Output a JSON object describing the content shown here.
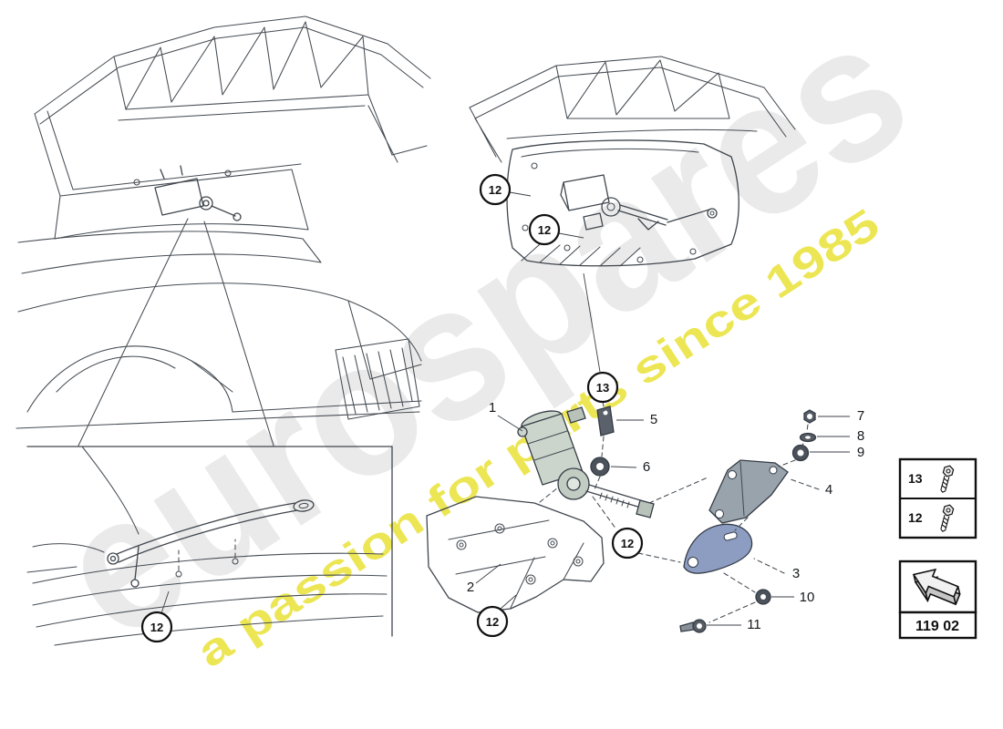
{
  "watermark": {
    "brand": "eurospares",
    "tagline": "a passion for parts since 1985"
  },
  "colors": {
    "line": "#454c53",
    "bracket_blue": "#8d9dc2",
    "bracket_gray": "#99a3ac",
    "motor_green": "#ccd5cc",
    "watermark_gray": "#d9d9d9",
    "watermark_yellow": "#e9e33c"
  },
  "parts": {
    "p1": "1",
    "p2": "2",
    "p3": "3",
    "p4": "4",
    "p5": "5",
    "p6": "6",
    "p7": "7",
    "p8": "8",
    "p9": "9",
    "p10": "10",
    "p11": "11"
  },
  "callouts": {
    "top_right_a": "12",
    "top_right_b": "12",
    "bottom_left": "12",
    "exploded_top": "13",
    "exploded_mid": "12",
    "exploded_bottom": "12"
  },
  "legend": {
    "rows": [
      {
        "label": "13",
        "icon": "bolt-icon"
      },
      {
        "label": "12",
        "icon": "bolt-icon"
      }
    ]
  },
  "footer": {
    "diagram_code": "119 02",
    "direction_icon": "direction-arrow-icon"
  }
}
